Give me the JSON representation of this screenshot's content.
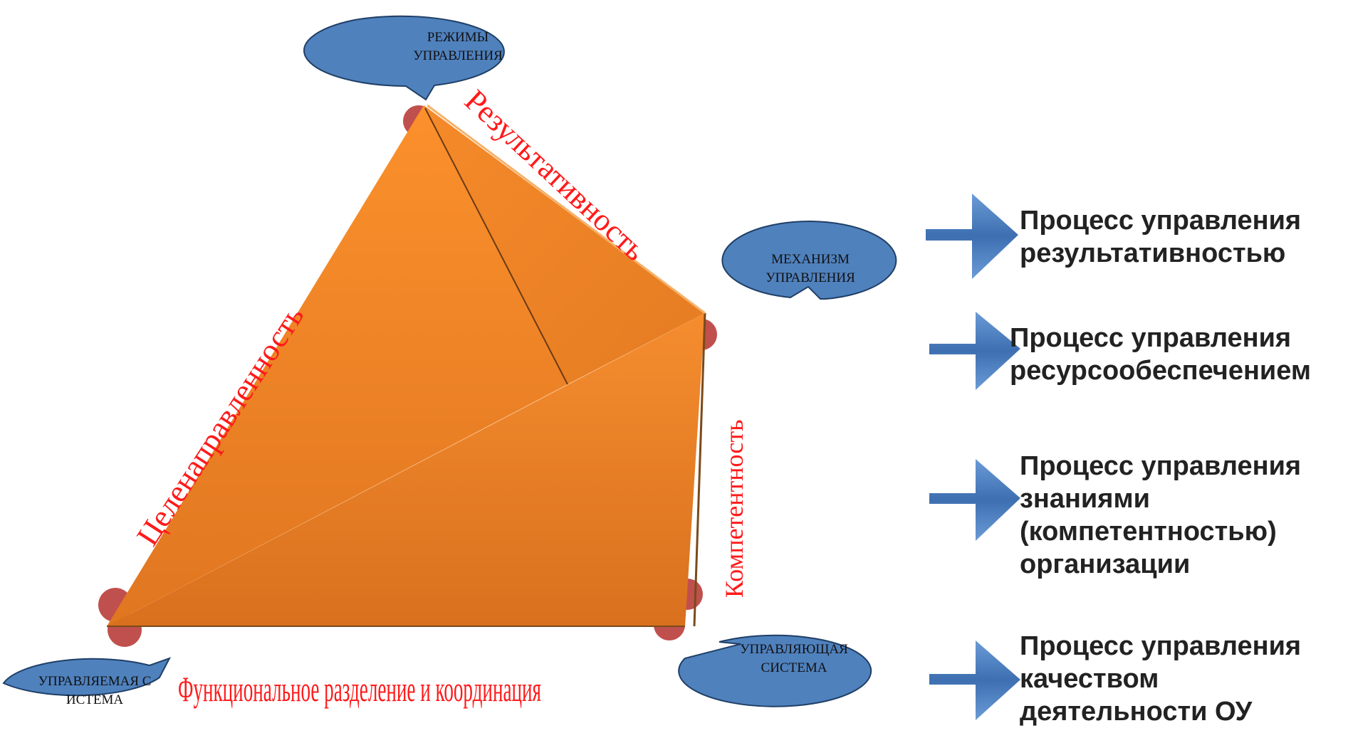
{
  "diagram": {
    "callouts": {
      "modes": [
        "РЕЖИМЫ",
        "УПРАВЛЕНИЯ"
      ],
      "mechanism": [
        "МЕХАНИЗМ",
        "УПРАВЛЕНИЯ"
      ],
      "managed": [
        "УПРАВЛЯЕМАЯ С",
        "ИСТЕМА"
      ],
      "managing": [
        "УПРАВЛЯЮЩАЯ",
        "СИСТЕМА"
      ]
    },
    "edges": {
      "top_right": "Результативность",
      "left": "Целенаправленность",
      "right": "Компетентность",
      "bottom": "Функциональное разделение  и координация"
    },
    "colors": {
      "pyramid": "#f28a2e",
      "vertex": "#c0504d",
      "callout": "#4f81bd",
      "arrow": "#4a7ebb",
      "edge_label": "#ff1a1a"
    }
  },
  "processes": [
    {
      "lines": [
        "Процесс управления",
        "результативностью"
      ]
    },
    {
      "lines": [
        "Процесс управления",
        "ресурсообеспечением"
      ]
    },
    {
      "lines": [
        "Процесс управления",
        "знаниями",
        "(компетентностью)",
        "организации"
      ]
    },
    {
      "lines": [
        "Процесс управления",
        "качеством",
        "деятельности ОУ"
      ]
    }
  ]
}
